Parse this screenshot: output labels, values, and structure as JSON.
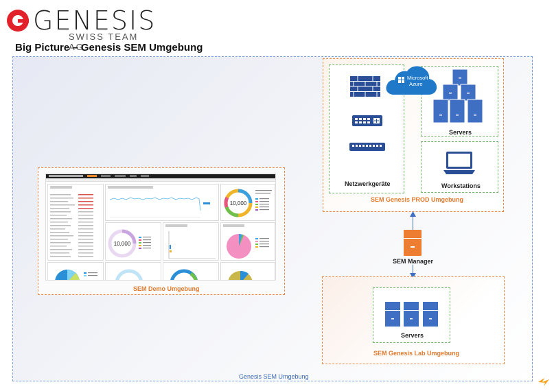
{
  "logo": {
    "word": "GENESIS",
    "subtitle": "SWISS TEAM AG"
  },
  "title": "Big Picture – Genesis SEM Umgebung",
  "outer_box": {
    "label": "Genesis SEM Umgebung"
  },
  "demo_box": {
    "label": "SEM Demo Umgebung"
  },
  "prod_box": {
    "label": "SEM Genesis PROD Umgebung",
    "network_label": "Netzwerkgeräte",
    "servers_label": "Servers",
    "workstations_label": "Workstations",
    "azure": {
      "line1": "Microsoft",
      "line2": "Azure"
    }
  },
  "manager": {
    "label": "SEM Manager"
  },
  "lab_box": {
    "label": "SEM Genesis Lab Umgebung",
    "servers_label": "Servers"
  },
  "dashboard": {
    "donut_value_1": "10,000",
    "donut_value_2": "10,000"
  },
  "colors": {
    "accent_orange": "#e07a2e",
    "accent_blue": "#3b6ab5",
    "server_blue": "#3f6fc2",
    "manager_orange": "#ed7d31",
    "azure_blue": "#1f78c8"
  }
}
